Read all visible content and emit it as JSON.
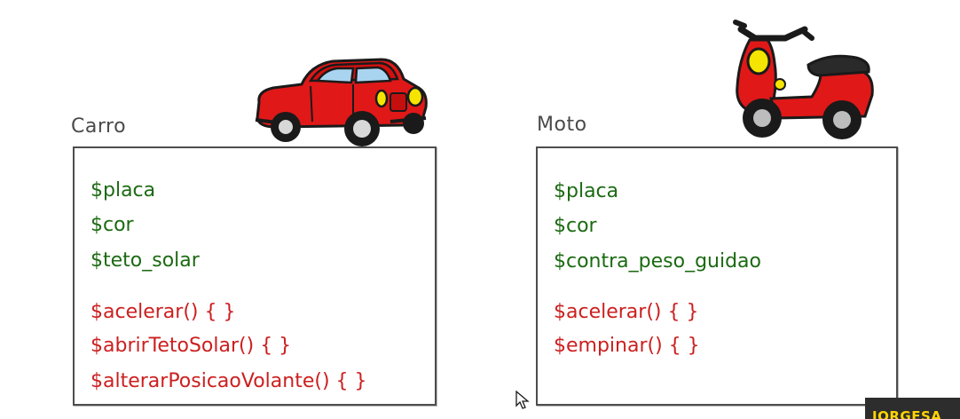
{
  "carro": {
    "title": "Carro",
    "attributes": [
      "$placa",
      "$cor",
      "$teto_solar"
    ],
    "methods": [
      "$acelerar() { }",
      "$abrirTetoSolar() { }",
      "$alterarPosicaoVolante() { }"
    ],
    "icon": "red-car-icon"
  },
  "moto": {
    "title": "Moto",
    "attributes": [
      "$placa",
      "$cor",
      "$contra_peso_guidao"
    ],
    "methods": [
      "$acelerar() { }",
      "$empinar() { }"
    ],
    "icon": "red-scooter-icon"
  },
  "watermark": {
    "text": "JORGESA"
  },
  "colors": {
    "attribute": "#1b6a12",
    "method": "#cc1f1f",
    "border": "#4d4d4d",
    "title": "#4a4a4a"
  }
}
